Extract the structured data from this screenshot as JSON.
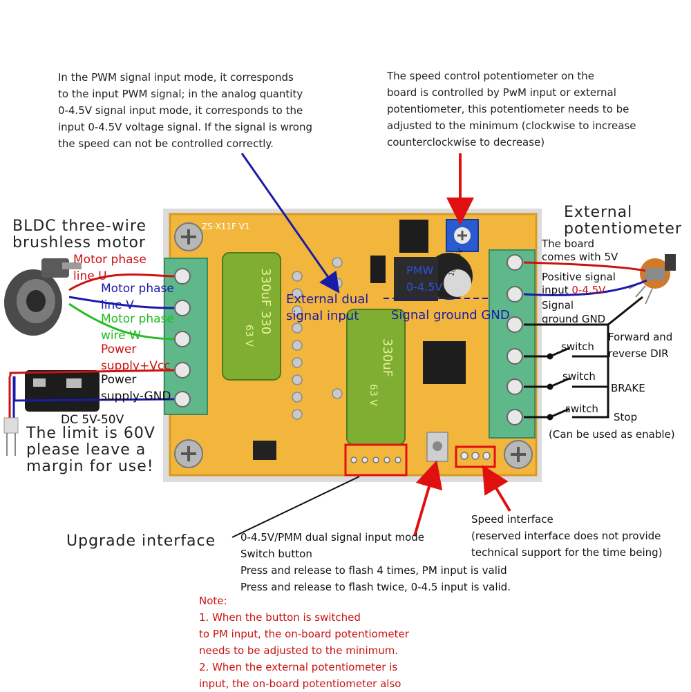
{
  "pwm_note": [
    "In the PWM signal input mode, it corresponds",
    "to the input PWM signal; in the analog quantity",
    "0-4.5V signal input mode, it corresponds to the",
    "input 0-4.5V voltage signal. If the signal is wrong",
    "the speed can not be controlled correctly."
  ],
  "pot_note": [
    "The speed control potentiometer on the",
    "board is controlled by PwM input or external",
    "potentiometer, this potentiometer needs to be",
    "adjusted to the minimum (clockwise to increase",
    "counterclockwise to decrease)"
  ],
  "motor_title": [
    "BLDC three-wire",
    "brushless motor"
  ],
  "ext_pot_title": [
    "External",
    "potentiometer"
  ],
  "left_terminals": {
    "u": [
      "Motor phase",
      "line U"
    ],
    "v": [
      "Motor phase",
      "line V"
    ],
    "w": [
      "Motor phase",
      "wire W"
    ],
    "vcc": [
      "Power",
      "supply+Vcc"
    ],
    "gnd": [
      "Power",
      "supply-GND"
    ]
  },
  "supply": {
    "label": "DC 5V-50V",
    "limit": [
      "The limit is 60V",
      "please leave a",
      "margin for use!"
    ]
  },
  "right_terminals": {
    "five_v": [
      "The board",
      "comes with 5V"
    ],
    "signal_prefix": "Positive signal",
    "signal_input": "input",
    "signal_range": "0-4.5V",
    "gnd": [
      "Signal",
      "ground GND"
    ],
    "dir": [
      "Forward and",
      "reverse DIR"
    ],
    "brake": "BRAKE",
    "stop": "Stop",
    "enable": "(Can be used as enable)",
    "switch": "switch"
  },
  "board_overlay": {
    "dual": [
      "External dual",
      "signal input"
    ],
    "ground": "Signal ground GND"
  },
  "board": {
    "model": "ZS-X11F V1",
    "cap1": "330uF 330",
    "cap1_v": "63 V",
    "cap2": "330uF",
    "cap2_v": "63 V",
    "pmw": "PMW",
    "pmw_range": "0-4.5V",
    "small_cap": "100 35V"
  },
  "upgrade": "Upgrade interface",
  "mode_note": [
    "0-4.5V/PMM dual signal input mode",
    "Switch button",
    "Press and release to flash 4 times, PM input is valid",
    "Press and release to flash twice, 0-4.5 input is valid."
  ],
  "speed_note": [
    "Speed interface",
    "(reserved interface does not provide",
    "technical support for the time being)"
  ],
  "note": [
    "Note:",
    "1. When the button is switched",
    "to PM input, the on-board potentiometer",
    "needs to be adjusted to the minimum.",
    "2. When the external potentiometer is",
    "input, the on-board potentiometer also"
  ],
  "colors": {
    "red": "#cc1111",
    "blue": "#1a1aa8",
    "green": "#22bb22",
    "pcb": "#f2b63c",
    "terminal": "#5fb88a"
  }
}
